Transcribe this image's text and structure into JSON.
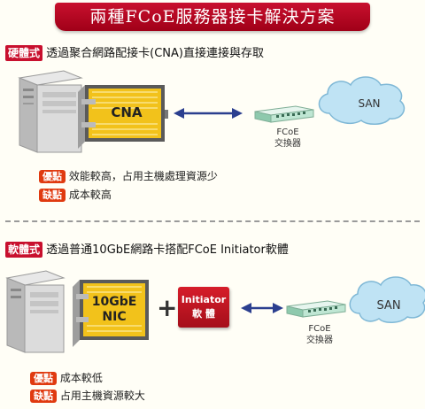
{
  "title": "兩種FCoE服務器接卡解決方案",
  "section1": {
    "tag": "硬體式",
    "heading": "透過聚合網路配接卡(CNA)直接連接與存取",
    "card_label": "CNA",
    "switch_label_1": "FCoE",
    "switch_label_2": "交換器",
    "san_label": "SAN",
    "pro_tag": "優點",
    "pro_text": "效能較高，占用主機處理資源少",
    "con_tag": "缺點",
    "con_text": "成本較高"
  },
  "section2": {
    "tag": "軟體式",
    "heading": "透過普通10GbE網路卡搭配FCoE Initiator軟體",
    "card_label_1": "10GbE",
    "card_label_2": "NIC",
    "plus": "+",
    "initiator_1": "Initiator",
    "initiator_2": "軟 體",
    "switch_label_1": "FCoE",
    "switch_label_2": "交換器",
    "san_label": "SAN",
    "pro_tag": "優點",
    "pro_text": "成本較低",
    "con_tag": "缺點",
    "con_text": "占用主機資源較大"
  },
  "colors": {
    "brand_red": "#c8102e",
    "card_yellow": "#f2c21b",
    "arrow_blue": "#2b3f8f",
    "switch_green": "#bfe6d3",
    "cloud_blue": "#bfe3f4"
  },
  "icons": [
    "server-tower-icon",
    "network-card-icon",
    "switch-icon",
    "cloud-icon",
    "double-arrow-icon"
  ]
}
